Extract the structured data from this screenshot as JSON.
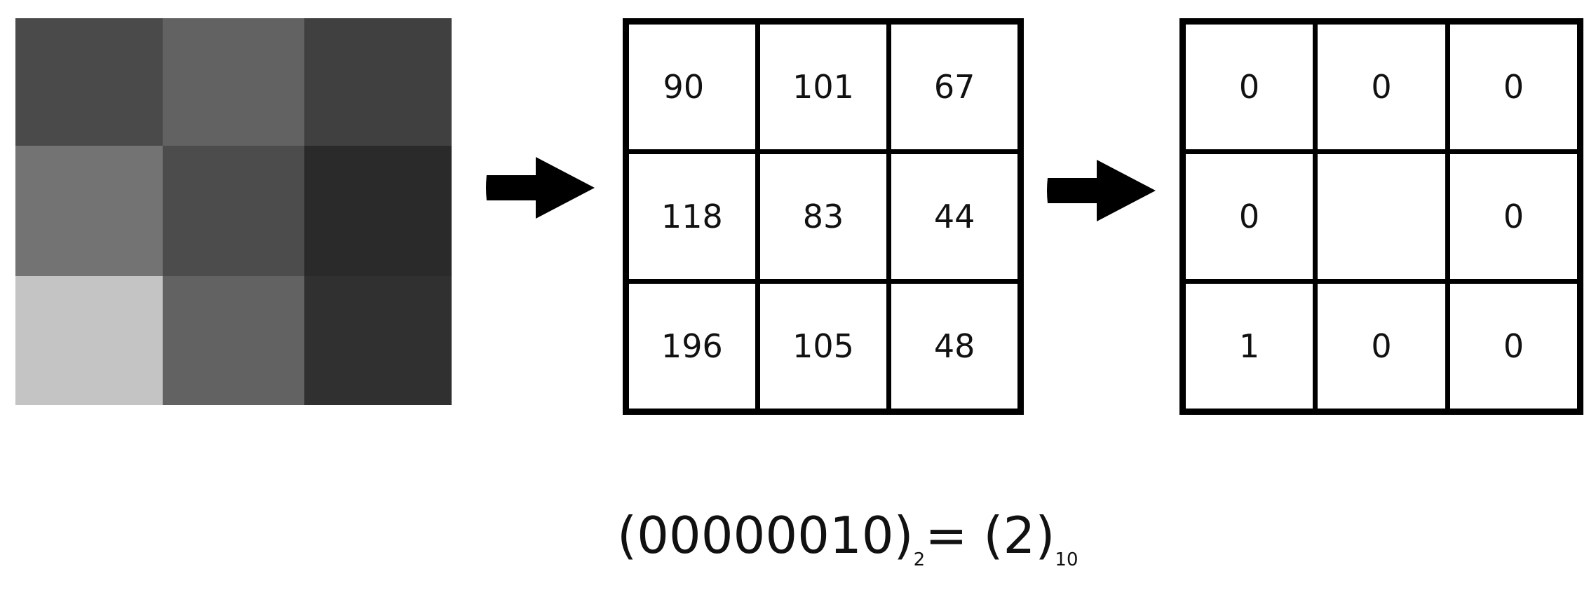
{
  "patch": {
    "colors": [
      [
        "#4a4a4a",
        "#626262",
        "#404040"
      ],
      [
        "#737373",
        "#4c4c4c",
        "#2a2a2a"
      ],
      [
        "#c4c4c4",
        "#626262",
        "#303030"
      ]
    ]
  },
  "arrow_color": "#000000",
  "values": [
    [
      "90",
      "101",
      "67"
    ],
    [
      "118",
      "83",
      "44"
    ],
    [
      "196",
      "105",
      "48"
    ]
  ],
  "binary": [
    [
      "0",
      "0",
      "0"
    ],
    [
      "0",
      "",
      "0"
    ],
    [
      "1",
      "0",
      "0"
    ]
  ],
  "formula": {
    "binary_value": "(00000010)",
    "base_binary": "2",
    "equals": "= ",
    "decimal_value": "(2)",
    "base_decimal": "10"
  }
}
